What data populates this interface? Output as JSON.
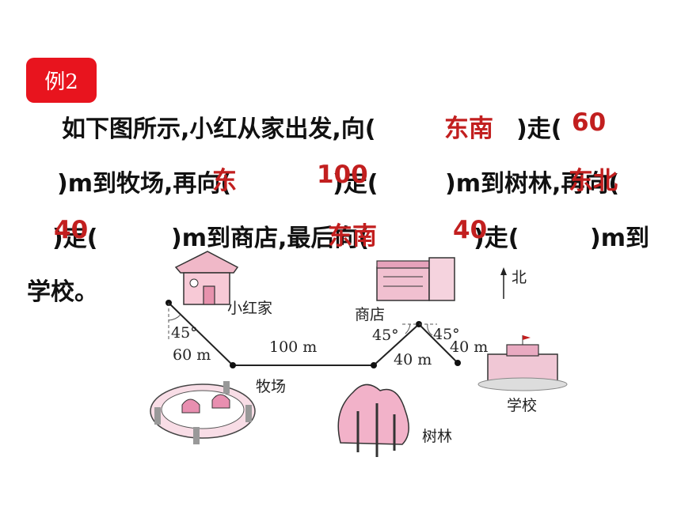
{
  "badge": "例2",
  "problem": {
    "line1a": "如下图所示,小红从家出发,向(",
    "line1b": ")走(",
    "line2a": ")m到牧场,再向(",
    "line2b": ")走(",
    "line2c": ")m到树林,再向(",
    "line3a": ")走(",
    "line3b": ")m到商店,最后向(",
    "line3c": ")走(",
    "line3d": ")m到",
    "line4": "学校。"
  },
  "answers": [
    "东南",
    "60",
    "东",
    "100",
    "东北",
    "40",
    "东南",
    "40"
  ],
  "map": {
    "home": "小红家",
    "farm": "牧场",
    "forest": "树林",
    "shop": "商店",
    "school": "学校",
    "north": "北",
    "angle1": "45°",
    "angle2": "45°",
    "angle3": "45°",
    "dist1": "60 m",
    "dist2": "100 m",
    "dist3": "40 m",
    "dist4": "40 m"
  },
  "colors": {
    "answer": "#c21f1f",
    "badge": "#e8141e"
  }
}
